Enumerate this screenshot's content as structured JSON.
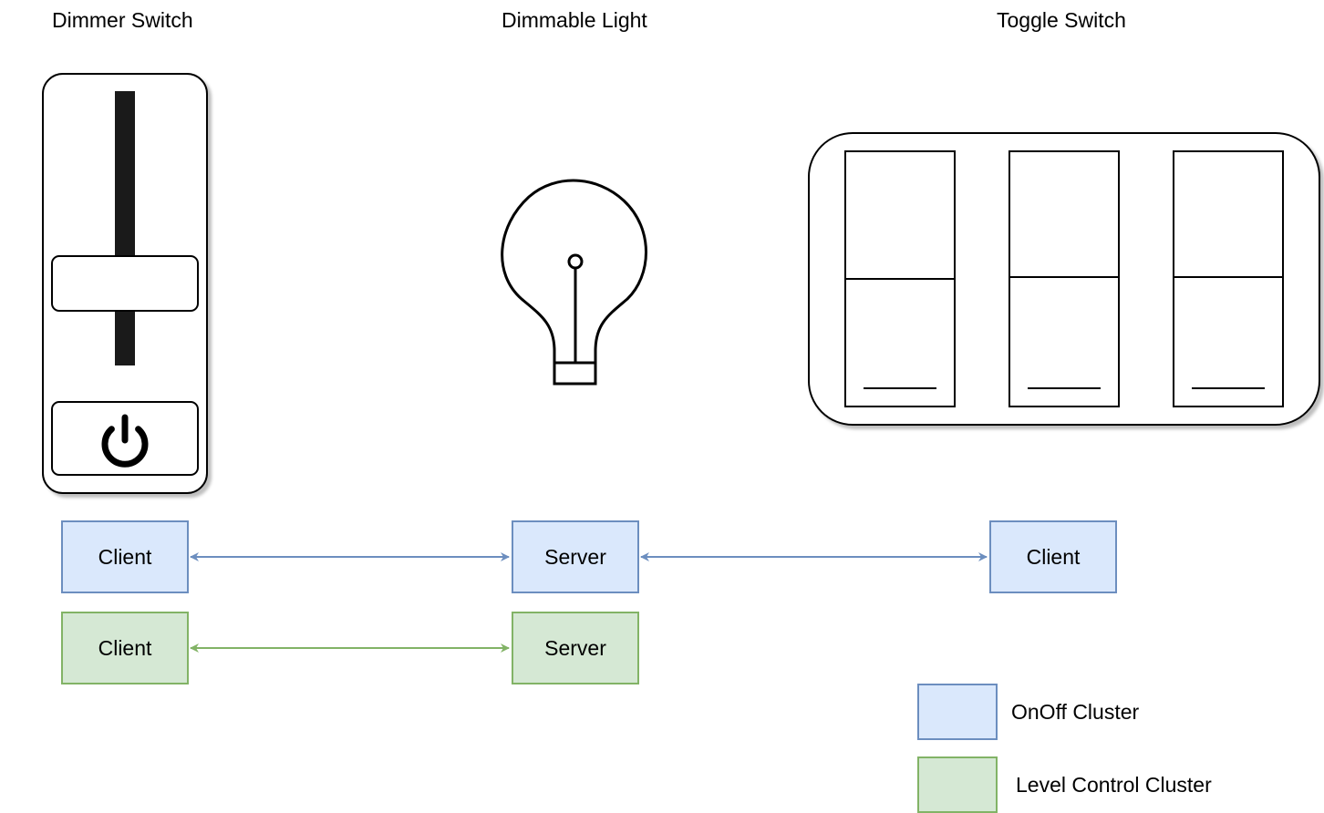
{
  "titles": {
    "dimmer_switch": "Dimmer Switch",
    "dimmable_light": "Dimmable Light",
    "toggle_switch": "Toggle Switch"
  },
  "icons": {
    "dimmer": "dimmer-switch-icon",
    "power": "power-icon",
    "bulb": "light-bulb-icon",
    "toggle": "toggle-switch-icon"
  },
  "onoff": {
    "dimmer_role": "Client",
    "light_role": "Server",
    "toggle_role": "Client"
  },
  "level": {
    "dimmer_role": "Client",
    "light_role": "Server"
  },
  "legend": {
    "onoff_label": "OnOff Cluster",
    "level_label": "Level Control Cluster"
  },
  "colors": {
    "onoff_fill": "#dae8fc",
    "onoff_stroke": "#6c8ebf",
    "level_fill": "#d5e8d4",
    "level_stroke": "#82b366"
  }
}
